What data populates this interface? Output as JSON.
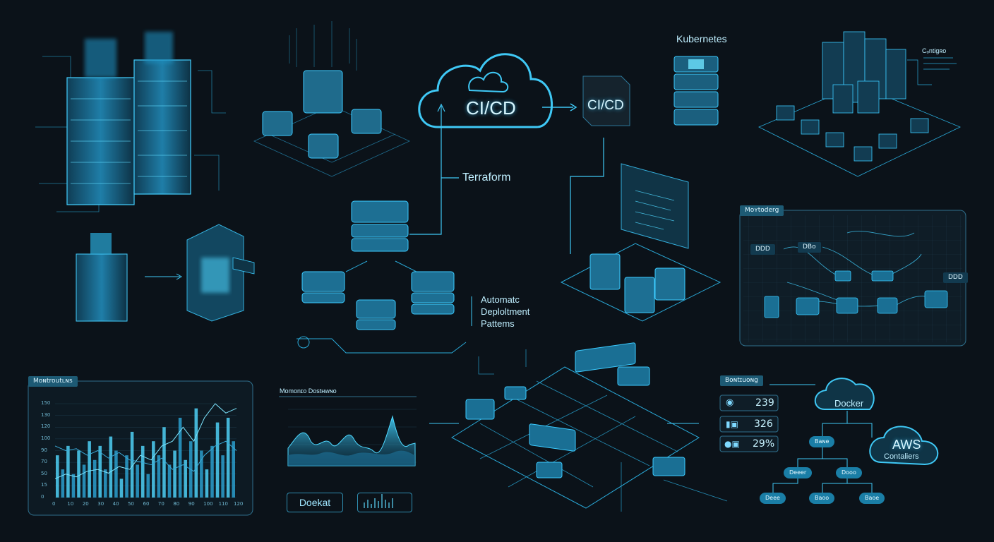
{
  "labels": {
    "kubernetes": "Kubernetes",
    "cicd_cloud": "CI/CD",
    "cicd_box": "CI/CD",
    "terraform": "Terraform",
    "automatic": [
      "Automatc",
      "Deploltment",
      "Pattems"
    ],
    "top_right_tag": "Cₒntigʀo",
    "monitoring_panel": "Moʏtoderg",
    "monitoring_chart": "Moɴtroutʟɴs",
    "monitoring_dash": "Momonɪo Dostʜwɴo",
    "docker_btn": "Doekat",
    "stats_title": "Boɴtɪuoɴg",
    "docker_cloud": "Docker",
    "aws": "AWS",
    "containers": "Contaliers"
  },
  "stats": [
    "239",
    "326",
    "29%"
  ],
  "bar_chart": {
    "yticks": [
      "150",
      "130",
      "120",
      "100",
      "90",
      "70",
      "50",
      "15",
      "0"
    ],
    "xticks": [
      "0",
      "10",
      "20",
      "30",
      "40",
      "50",
      "60",
      "70",
      "80",
      "90",
      "100",
      "110",
      "120"
    ]
  },
  "tree_nodes": [
    "Baɴe",
    "Deeer",
    "Dooo",
    "Deee",
    "Baoo",
    "Baoe"
  ],
  "flow_nodes": [
    "DDD",
    "DBo",
    "DDD"
  ],
  "colors": {
    "accent": "#39c6f4",
    "background": "#0b1219",
    "panel": "#0f1d27"
  }
}
